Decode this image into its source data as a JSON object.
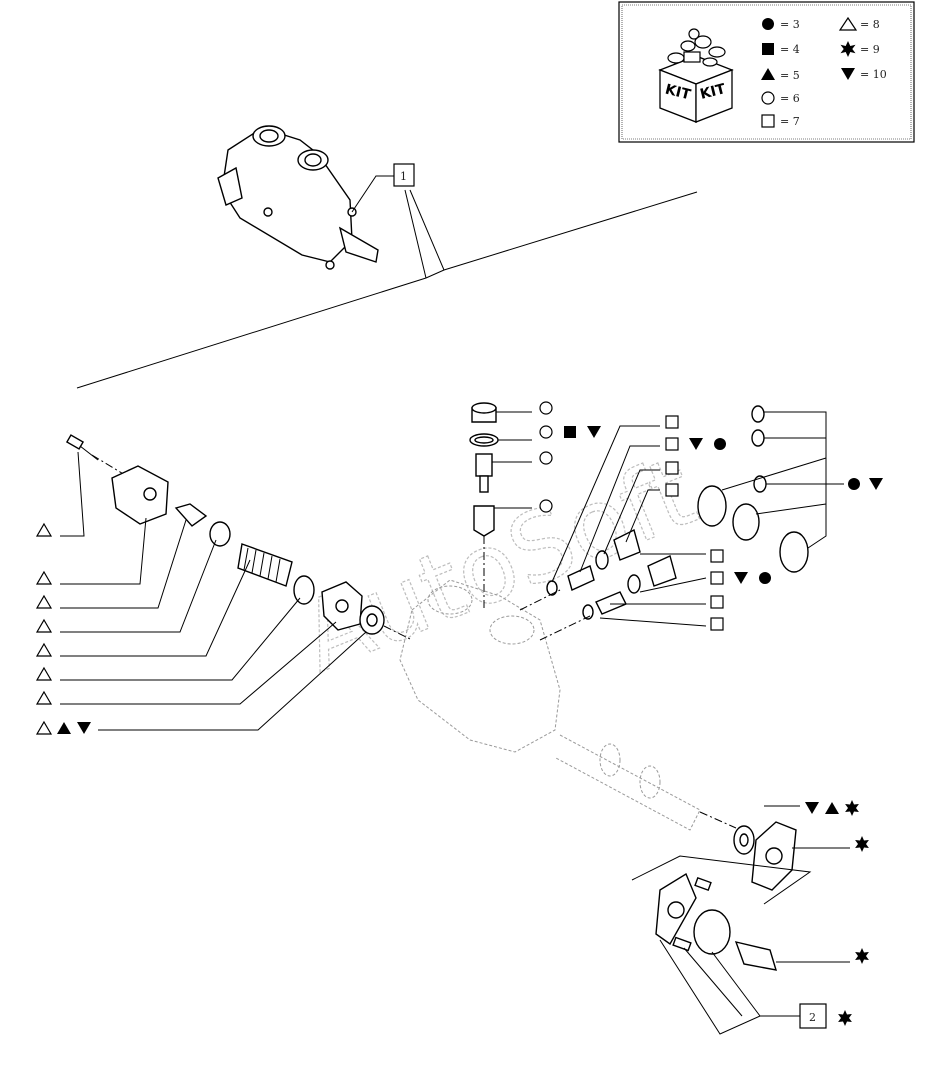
{
  "watermark": "AutoSoft",
  "kit_legend": {
    "kit_label": "KIT",
    "entries": [
      {
        "symbol": "filled-circle",
        "text": "= 3"
      },
      {
        "symbol": "filled-square",
        "text": "= 4"
      },
      {
        "symbol": "filled-triangle-up",
        "text": "= 5"
      },
      {
        "symbol": "hollow-circle",
        "text": "= 6"
      },
      {
        "symbol": "hollow-square",
        "text": "= 7"
      },
      {
        "symbol": "hollow-triangle-up",
        "text": "= 8"
      },
      {
        "symbol": "filled-star",
        "text": "= 9"
      },
      {
        "symbol": "filled-triangle-down",
        "text": "= 10"
      }
    ]
  },
  "ref_boxes": [
    {
      "text": "1"
    },
    {
      "text": "2"
    }
  ],
  "callouts": {
    "left_column": [
      [
        "hollow-triangle-up"
      ],
      [
        "hollow-triangle-up"
      ],
      [
        "hollow-triangle-up"
      ],
      [
        "hollow-triangle-up"
      ],
      [
        "hollow-triangle-up"
      ],
      [
        "hollow-triangle-up"
      ],
      [
        "hollow-triangle-up"
      ],
      [
        "hollow-triangle-up",
        "filled-triangle-up",
        "filled-triangle-down"
      ]
    ],
    "top_column": [
      [
        "hollow-circle"
      ],
      [
        "hollow-circle",
        "filled-square",
        "filled-triangle-down"
      ],
      [
        "hollow-circle"
      ],
      [
        "hollow-circle"
      ]
    ],
    "mid_column": [
      [
        "hollow-square"
      ],
      [
        "hollow-square",
        "filled-triangle-down",
        "filled-circle"
      ],
      [
        "hollow-square"
      ],
      [
        "hollow-square"
      ]
    ],
    "mid_lower_column": [
      [
        "hollow-square"
      ],
      [
        "hollow-square",
        "filled-triangle-down",
        "filled-circle"
      ],
      [
        "hollow-square"
      ],
      [
        "hollow-square"
      ]
    ],
    "right_seals": [
      "filled-circle",
      "filled-triangle-down"
    ],
    "bottom_right": [
      [
        "filled-triangle-down",
        "filled-triangle-up",
        "filled-star"
      ],
      [
        "filled-star"
      ],
      [
        "filled-star"
      ],
      [
        "filled-star"
      ]
    ]
  },
  "colors": {
    "ink": "#000000",
    "ghost": "#9a9a9a",
    "watermark": "#bdbdbd"
  }
}
